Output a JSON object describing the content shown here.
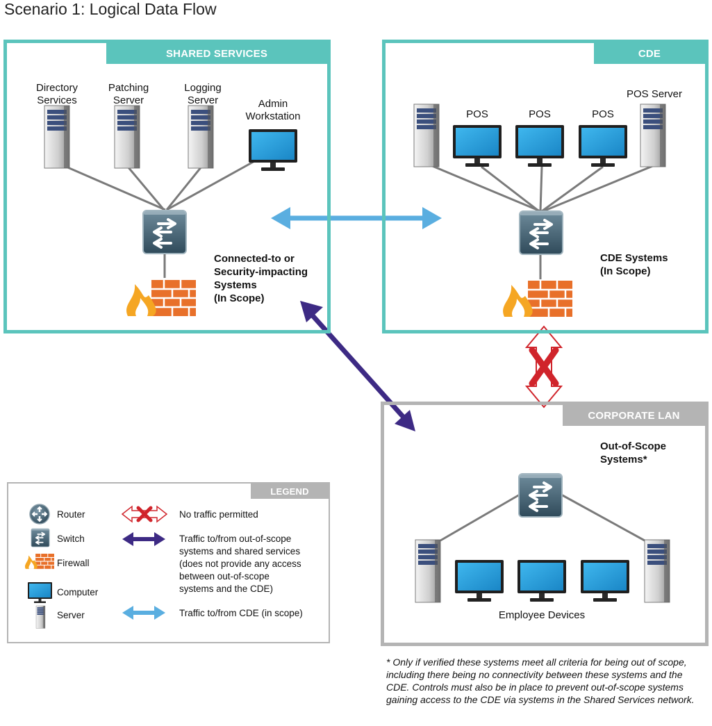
{
  "title": "Scenario 1: Logical Data Flow",
  "colors": {
    "teal": "#5bc4bc",
    "gray_box": "#b4b4b4",
    "blue_arrow": "#5aaee0",
    "purple_arrow": "#3d2a84",
    "red_x": "#d0242b",
    "firewall": "#e8702a"
  },
  "shared_services": {
    "header": "SHARED SERVICES",
    "directory": [
      "Directory",
      "Services"
    ],
    "patching": [
      "Patching",
      "Server"
    ],
    "logging": [
      "Logging",
      "Server"
    ],
    "admin": [
      "Admin",
      "Workstation"
    ],
    "scope_label": [
      "Connected-to or",
      "Security-impacting",
      "Systems",
      "(In Scope)"
    ]
  },
  "cde": {
    "header": "CDE",
    "pos_server": "POS Server",
    "pos_labels": [
      "POS",
      "POS",
      "POS"
    ],
    "scope_label": [
      "CDE Systems",
      "(In Scope)"
    ]
  },
  "corporate_lan": {
    "header": "CORPORATE LAN",
    "scope_label": [
      "Out-of-Scope",
      "Systems*"
    ],
    "devices_label": "Employee Devices"
  },
  "legend": {
    "header": "LEGEND",
    "router": "Router",
    "switch": "Switch",
    "firewall": "Firewall",
    "computer": "Computer",
    "server": "Server",
    "no_traffic": "No traffic permitted",
    "out_of_scope_traffic": [
      "Traffic to/from out-of-scope",
      "systems and shared services",
      "(does not provide any access",
      "between out-of-scope",
      "systems and the CDE)"
    ],
    "cde_traffic": "Traffic to/from CDE (in scope)"
  },
  "footnote": "* Only if verified these systems meet all criteria for being out of scope, including there being no connectivity between these systems and the CDE. Controls must also be in place to prevent out-of-scope systems gaining access to the CDE via systems in the Shared Services network."
}
